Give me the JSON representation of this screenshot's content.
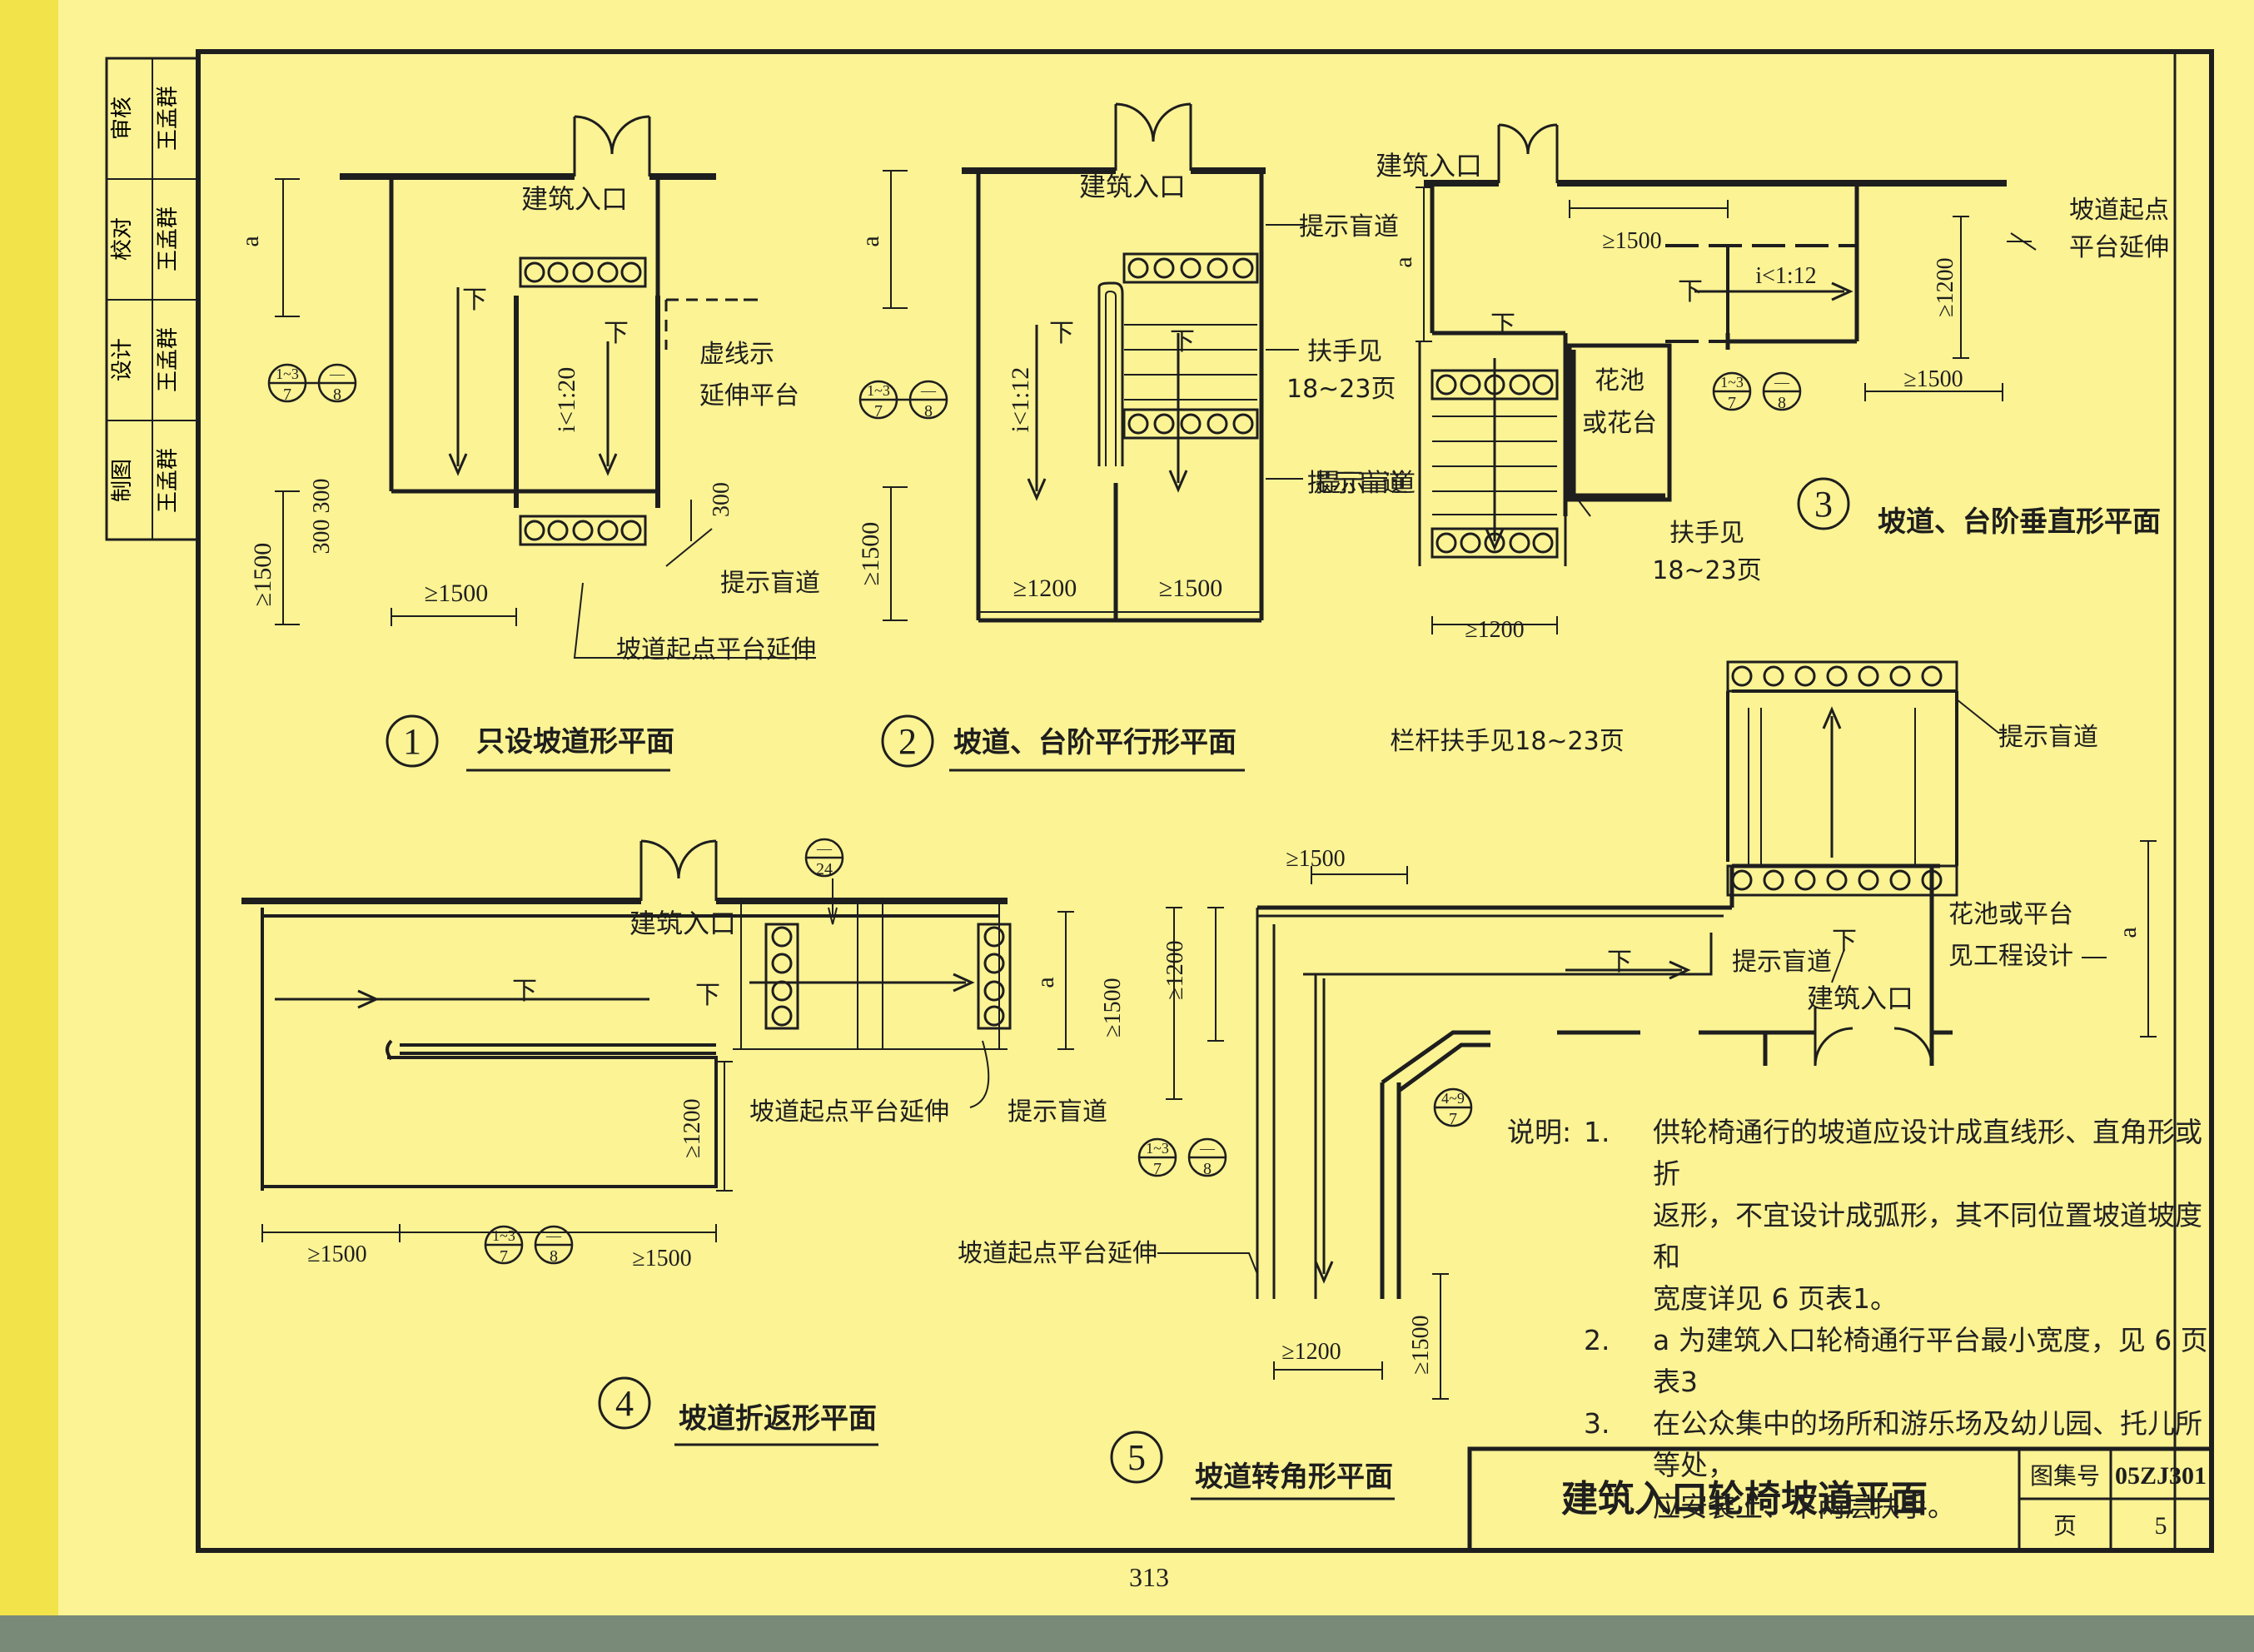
{
  "colors": {
    "paper": "#fbf394",
    "ink": "#1e1e1e",
    "binding": "#f2e34a",
    "shadow": "#7a8a78"
  },
  "signature_block": [
    "审核",
    "王孟群",
    "校对",
    "王孟群",
    "设计",
    "王孟群",
    "制图",
    "王孟群"
  ],
  "common": {
    "entrance": "建筑入口",
    "down": "下",
    "tactile": "提示盲道",
    "ramp_start_ext": "坡道起点平台延伸",
    "dim_a": "a",
    "dim_1500": "≥1500",
    "dim_1200": "≥1200",
    "dim_300": "300",
    "dim_300_300": "300 300",
    "dim_1200_up": "≥1200",
    "slope_1_12": "i<1:12",
    "slope_1_20": "i<1:20"
  },
  "refs": {
    "r_1_3_7": {
      "top": "1~3",
      "bottom": "7"
    },
    "r_8": {
      "top": "—",
      "bottom": "8"
    },
    "r_24": {
      "top": "—",
      "bottom": "24"
    },
    "r_4_9_7": {
      "top": "4~9",
      "bottom": "7"
    }
  },
  "plan1": {
    "number": "1",
    "title": "只设坡道形平面",
    "dashed_note_1": "虚线示",
    "dashed_note_2": "延伸平台"
  },
  "plan2": {
    "number": "2",
    "title": "坡道、台阶平行形平面",
    "handrail_1": "扶手见",
    "handrail_2": "18~23页"
  },
  "plan3": {
    "number": "3",
    "title": "坡道、台阶垂直形平面",
    "ramp_ext_1": "坡道起点",
    "ramp_ext_2": "平台延伸",
    "planter_1": "花池",
    "planter_2": "或花台",
    "handrail_1": "扶手见",
    "handrail_2": "18~23页"
  },
  "plan4": {
    "number": "4",
    "title": "坡道折返形平面"
  },
  "plan5": {
    "number": "5",
    "title": "坡道转角形平面",
    "railing": "栏杆扶手见18~23页",
    "planter_1": "花池或平台",
    "planter_2": "见工程设计"
  },
  "notes": {
    "heading": "说明:",
    "items": [
      {
        "n": "1.",
        "lines": [
          "供轮椅通行的坡道应设计成直线形、直角形或折",
          "返形，不宜设计成弧形，其不同位置坡道坡度和",
          "宽度详见 6 页表1。"
        ]
      },
      {
        "n": "2.",
        "lines": [
          "a 为建筑入口轮椅通行平台最小宽度，见 6 页表3"
        ]
      },
      {
        "n": "3.",
        "lines": [
          "在公众集中的场所和游乐场及幼儿园、托儿所等处，",
          "应安装上、下两层扶手。"
        ]
      }
    ]
  },
  "title_block": {
    "title": "建筑入口轮椅坡道平面",
    "atlas_label": "图集号",
    "atlas_value": "05ZJ301",
    "page_label": "页",
    "page_value": "5"
  },
  "page_number": "313"
}
